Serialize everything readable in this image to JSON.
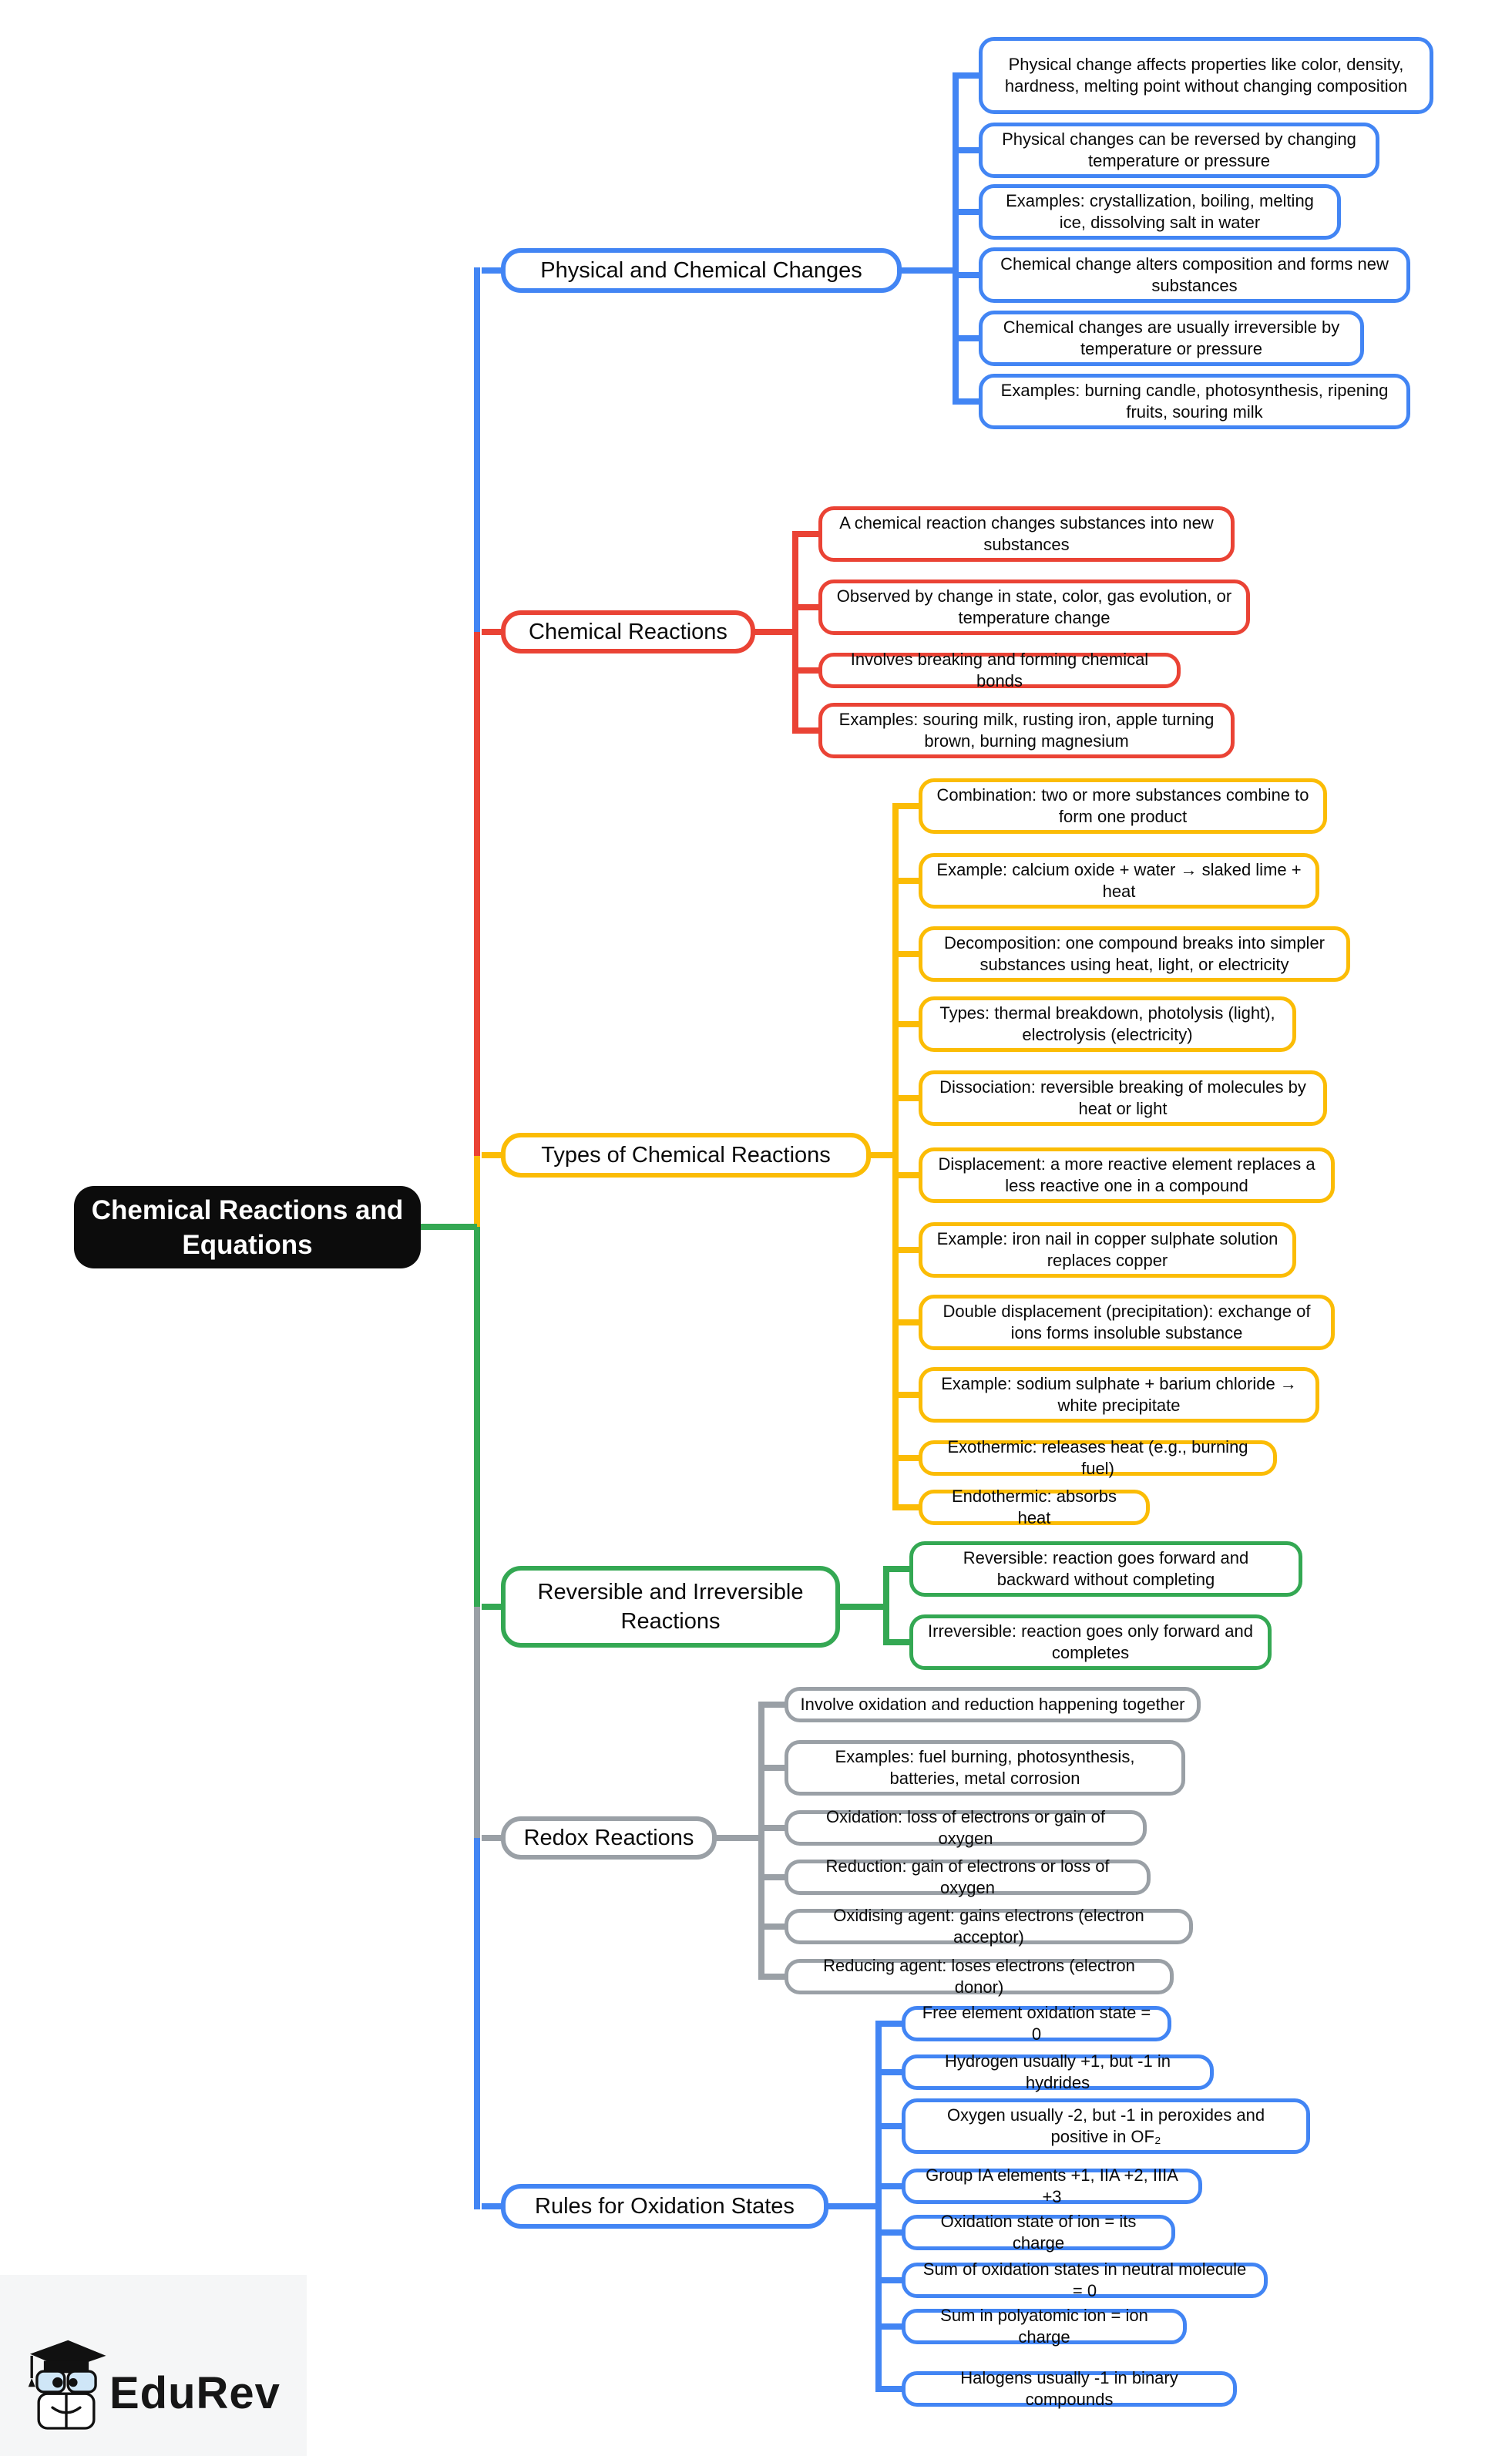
{
  "root": {
    "title": "Chemical Reactions and Equations"
  },
  "branches": [
    {
      "label": "Physical and Chemical Changes",
      "color": "#4285F4",
      "leaves": [
        "Physical change affects properties like color, density, hardness, melting point without changing composition",
        "Physical changes can be reversed by changing temperature or pressure",
        "Examples: crystallization, boiling, melting ice, dissolving salt in water",
        "Chemical change alters composition and forms new substances",
        "Chemical changes are usually irreversible by temperature or pressure",
        "Examples: burning candle, photosynthesis, ripening fruits, souring milk"
      ]
    },
    {
      "label": "Chemical Reactions",
      "color": "#EA4335",
      "leaves": [
        "A chemical reaction changes substances into new substances",
        "Observed by change in state, color, gas evolution, or temperature change",
        "Involves breaking and forming chemical bonds",
        "Examples: souring milk, rusting iron, apple turning brown, burning magnesium"
      ]
    },
    {
      "label": "Types of Chemical Reactions",
      "color": "#FBBC05",
      "leaves": [
        "Combination: two or more substances combine to form one product",
        "Example: calcium oxide + water → slaked lime + heat",
        "Decomposition: one compound breaks into simpler substances using heat, light, or electricity",
        "Types: thermal breakdown, photolysis (light), electrolysis (electricity)",
        "Dissociation: reversible breaking of molecules by heat or light",
        "Displacement: a more reactive element replaces a less reactive one in a compound",
        "Example: iron nail in copper sulphate solution replaces copper",
        "Double displacement (precipitation): exchange of ions forms insoluble substance",
        "Example: sodium sulphate + barium chloride → white precipitate",
        "Exothermic: releases heat (e.g., burning fuel)",
        "Endothermic: absorbs heat"
      ]
    },
    {
      "label": "Reversible and Irreversible Reactions",
      "color": "#34A853",
      "leaves": [
        "Reversible: reaction goes forward and backward without completing",
        "Irreversible: reaction goes only forward and completes"
      ]
    },
    {
      "label": "Redox Reactions",
      "color": "#9AA0A6",
      "leaves": [
        "Involve oxidation and reduction happening together",
        "Examples: fuel burning, photosynthesis, batteries, metal corrosion",
        "Oxidation: loss of electrons or gain of oxygen",
        "Reduction: gain of electrons or loss of oxygen",
        "Oxidising agent: gains electrons (electron acceptor)",
        "Reducing agent: loses electrons (electron donor)"
      ]
    },
    {
      "label": "Rules for Oxidation States",
      "color": "#4285F4",
      "leaves": [
        "Free element oxidation state = 0",
        "Hydrogen usually +1, but -1 in hydrides",
        "Oxygen usually -2, but -1 in peroxides and positive in OF₂",
        "Group IA elements +1, IIA +2, IIIA +3",
        "Oxidation state of ion = its charge",
        "Sum of oxidation states in neutral molecule = 0",
        "Sum in polyatomic ion = ion charge",
        "Halogens usually -1 in binary compounds"
      ]
    }
  ],
  "logo": {
    "text": "EduRev"
  }
}
